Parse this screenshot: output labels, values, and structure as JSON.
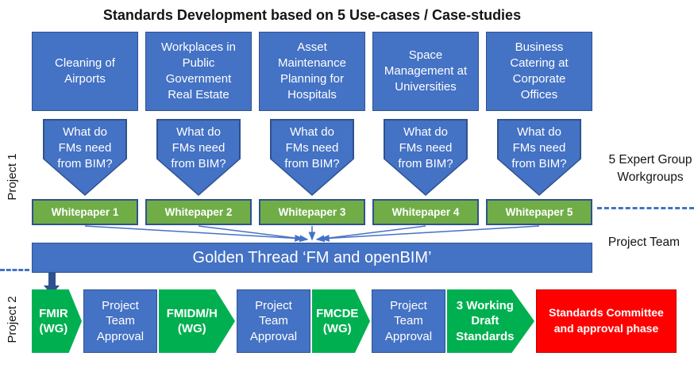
{
  "title": "Standards Development based on 5 Use-cases / Case-studies",
  "use_cases": [
    "Cleaning of Airports",
    "Workplaces in Public Government Real Estate",
    "Asset Maintenance Planning for Hospitals",
    "Space Management at Universities",
    "Business Catering at Corporate Offices"
  ],
  "question": "What do FMs need from BIM?",
  "whitepapers": [
    "Whitepaper 1",
    "Whitepaper 2",
    "Whitepaper 3",
    "Whitepaper 4",
    "Whitepaper 5"
  ],
  "golden_thread": "Golden Thread ‘FM and openBIM’",
  "side_labels": {
    "expert_groups": "5 Expert Group Workgroups",
    "project_team": "Project Team",
    "project1": "Project 1",
    "project2": "Project 2"
  },
  "process": [
    {
      "label": "FMIR (WG)",
      "shape": "green-arrow"
    },
    {
      "label": "Project Team Approval",
      "shape": "blue-box"
    },
    {
      "label": "FMIDM/H (WG)",
      "shape": "green-arrow"
    },
    {
      "label": "Project Team Approval",
      "shape": "blue-box"
    },
    {
      "label": "FMCDE (WG)",
      "shape": "green-arrow"
    },
    {
      "label": "Project Team Approval",
      "shape": "blue-box"
    },
    {
      "label": "3 Working Draft Standards",
      "shape": "green-arrow"
    },
    {
      "label": "Standards Committee and approval phase",
      "shape": "red-box"
    }
  ],
  "colors": {
    "blue": "#4472C4",
    "blue_border": "#2F528F",
    "green_whitepaper": "#70AD47",
    "green_process": "#00B050",
    "red": "#FF0000",
    "dashed_line": "#4472C4",
    "text_on_shapes": "#FFFFFF"
  }
}
